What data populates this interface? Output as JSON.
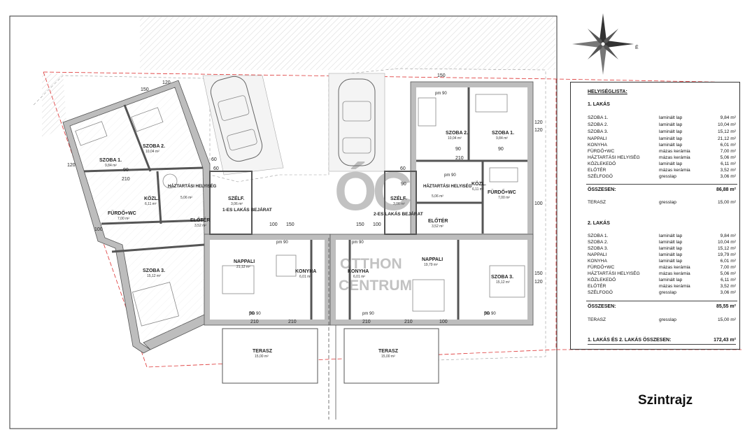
{
  "caption": "Szintrajz",
  "compass_icon": "compass-rose-icon",
  "compass_note": "É",
  "watermark": {
    "logo": "ÓC",
    "line1": "OTTHON",
    "line2": "CENTRUM"
  },
  "rooms": {
    "a_szoba1": {
      "name": "SZOBA 1.",
      "area": "9,84 m²"
    },
    "a_szoba2": {
      "name": "SZOBA 2.",
      "area": "10,04 m²"
    },
    "a_haztart": {
      "name": "HÁZTARTÁSI HELYISÉG",
      "area": "5,06 m²"
    },
    "a_kozl": {
      "name": "KÖZL.",
      "area": "6,11 m²"
    },
    "a_furdo": {
      "name": "FÜRDŐ+WC",
      "area": "7,00 m²"
    },
    "a_eloter": {
      "name": "ELŐTÉR",
      "area": "3,52 m²"
    },
    "a_szelf": {
      "name": "SZÉLF.",
      "area": "3,06 m²"
    },
    "a_szoba3": {
      "name": "SZOBA 3.",
      "area": "15,12 m²"
    },
    "a_nappali": {
      "name": "NAPPALI",
      "area": "21,12 m²"
    },
    "a_konyha": {
      "name": "KONYHA",
      "area": "6,01 m²"
    },
    "a_terasz": {
      "name": "TERASZ",
      "area": "15,00 m²"
    },
    "a_entry": "1-ES LAKÁS BEJÁRAT",
    "b_szoba2": {
      "name": "SZOBA 2.",
      "area": "10,04 m²"
    },
    "b_szoba1": {
      "name": "SZOBA 1.",
      "area": "9,84 m²"
    },
    "b_haztart": {
      "name": "HÁZTARTÁSI HELYISÉG",
      "area": "5,06 m²"
    },
    "b_kozl": {
      "name": "KÖZL.",
      "area": "6,11 m²"
    },
    "b_furdo": {
      "name": "FÜRDŐ+WC",
      "area": "7,00 m²"
    },
    "b_szelf": {
      "name": "SZÉLF.",
      "area": "3,06 m²"
    },
    "b_eloter": {
      "name": "ELŐTÉR",
      "area": "3,52 m²"
    },
    "b_nappali": {
      "name": "NAPPALI",
      "area": "19,79 m²"
    },
    "b_konyha": {
      "name": "KONYHA",
      "area": "6,01 m²"
    },
    "b_szoba3": {
      "name": "SZOBA 3.",
      "area": "15,12 m²"
    },
    "b_terasz": {
      "name": "TERASZ",
      "area": "15,00 m²"
    },
    "b_entry": "2-ES LAKÁS BEJÁRAT"
  },
  "dims": [
    "150",
    "120",
    "60",
    "90",
    "210",
    "100",
    "120",
    "150",
    "90",
    "210",
    "210",
    "100",
    "60",
    "90",
    "120",
    "150",
    "100",
    "210",
    "90",
    "100",
    "150",
    "120",
    "90",
    "210",
    "210",
    "100",
    "90",
    "120",
    "150",
    "60"
  ],
  "pm_labels": [
    "pm 90",
    "pm 90",
    "pm 90",
    "pm 90",
    "pm 90",
    "pm 90",
    "pm 90"
  ],
  "legend": {
    "title": "HELYISÉGLISTA:",
    "unit1": {
      "heading": "1. LAKÁS",
      "rows": [
        {
          "name": "SZOBA 1.",
          "material": "laminált lap",
          "area": "9,84 m²"
        },
        {
          "name": "SZOBA 2.",
          "material": "laminált lap",
          "area": "10,04 m²"
        },
        {
          "name": "SZOBA 3.",
          "material": "laminált lap",
          "area": "15,12 m²"
        },
        {
          "name": "NAPPALI",
          "material": "laminált lap",
          "area": "21,12 m²"
        },
        {
          "name": "KONYHA",
          "material": "laminált lap",
          "area": "6,01 m²"
        },
        {
          "name": "FÜRDŐ+WC",
          "material": "mázas kerámia",
          "area": "7,00 m²"
        },
        {
          "name": "HÁZTARTÁSI HELYISÉG",
          "material": "mázas kerámia",
          "area": "5,06 m²"
        },
        {
          "name": "KÖZLEKEDŐ",
          "material": "laminált lap",
          "area": "6,11 m²"
        },
        {
          "name": "ELŐTÉR",
          "material": "mázas kerámia",
          "area": "3,52 m²"
        },
        {
          "name": "SZÉLFOGÓ",
          "material": "gresslap",
          "area": "3,06 m²"
        }
      ],
      "total_label": "ÖSSZESEN:",
      "total": "86,88 m²",
      "terrace": {
        "name": "TERASZ",
        "material": "gresslap",
        "area": "15,00 m²"
      }
    },
    "unit2": {
      "heading": "2. LAKÁS",
      "rows": [
        {
          "name": "SZOBA 1.",
          "material": "laminált lap",
          "area": "9,84 m²"
        },
        {
          "name": "SZOBA 2.",
          "material": "laminált lap",
          "area": "10,04 m²"
        },
        {
          "name": "SZOBA 3.",
          "material": "laminált lap",
          "area": "15,12 m²"
        },
        {
          "name": "NAPPALI",
          "material": "laminált lap",
          "area": "19,79 m²"
        },
        {
          "name": "KONYHA",
          "material": "laminált lap",
          "area": "6,01 m²"
        },
        {
          "name": "FÜRDŐ+WC",
          "material": "mázas kerámia",
          "area": "7,00 m²"
        },
        {
          "name": "HÁZTARTÁSI HELYISÉG",
          "material": "mázas kerámia",
          "area": "5,06 m²"
        },
        {
          "name": "KÖZLEKEDŐ",
          "material": "laminált lap",
          "area": "6,11 m²"
        },
        {
          "name": "ELŐTÉR",
          "material": "mázas kerámia",
          "area": "3,52 m²"
        },
        {
          "name": "SZÉLFOGÓ",
          "material": "gresslap",
          "area": "3,06 m²"
        }
      ],
      "total_label": "ÖSSZESEN:",
      "total": "85,55 m²",
      "terrace": {
        "name": "TERASZ",
        "material": "gresslap",
        "area": "15,00 m²"
      }
    },
    "grand_total_label": "1. LAKÁS ÉS 2. LAKÁS ÖSSZESEN:",
    "grand_total": "172,43 m²"
  }
}
